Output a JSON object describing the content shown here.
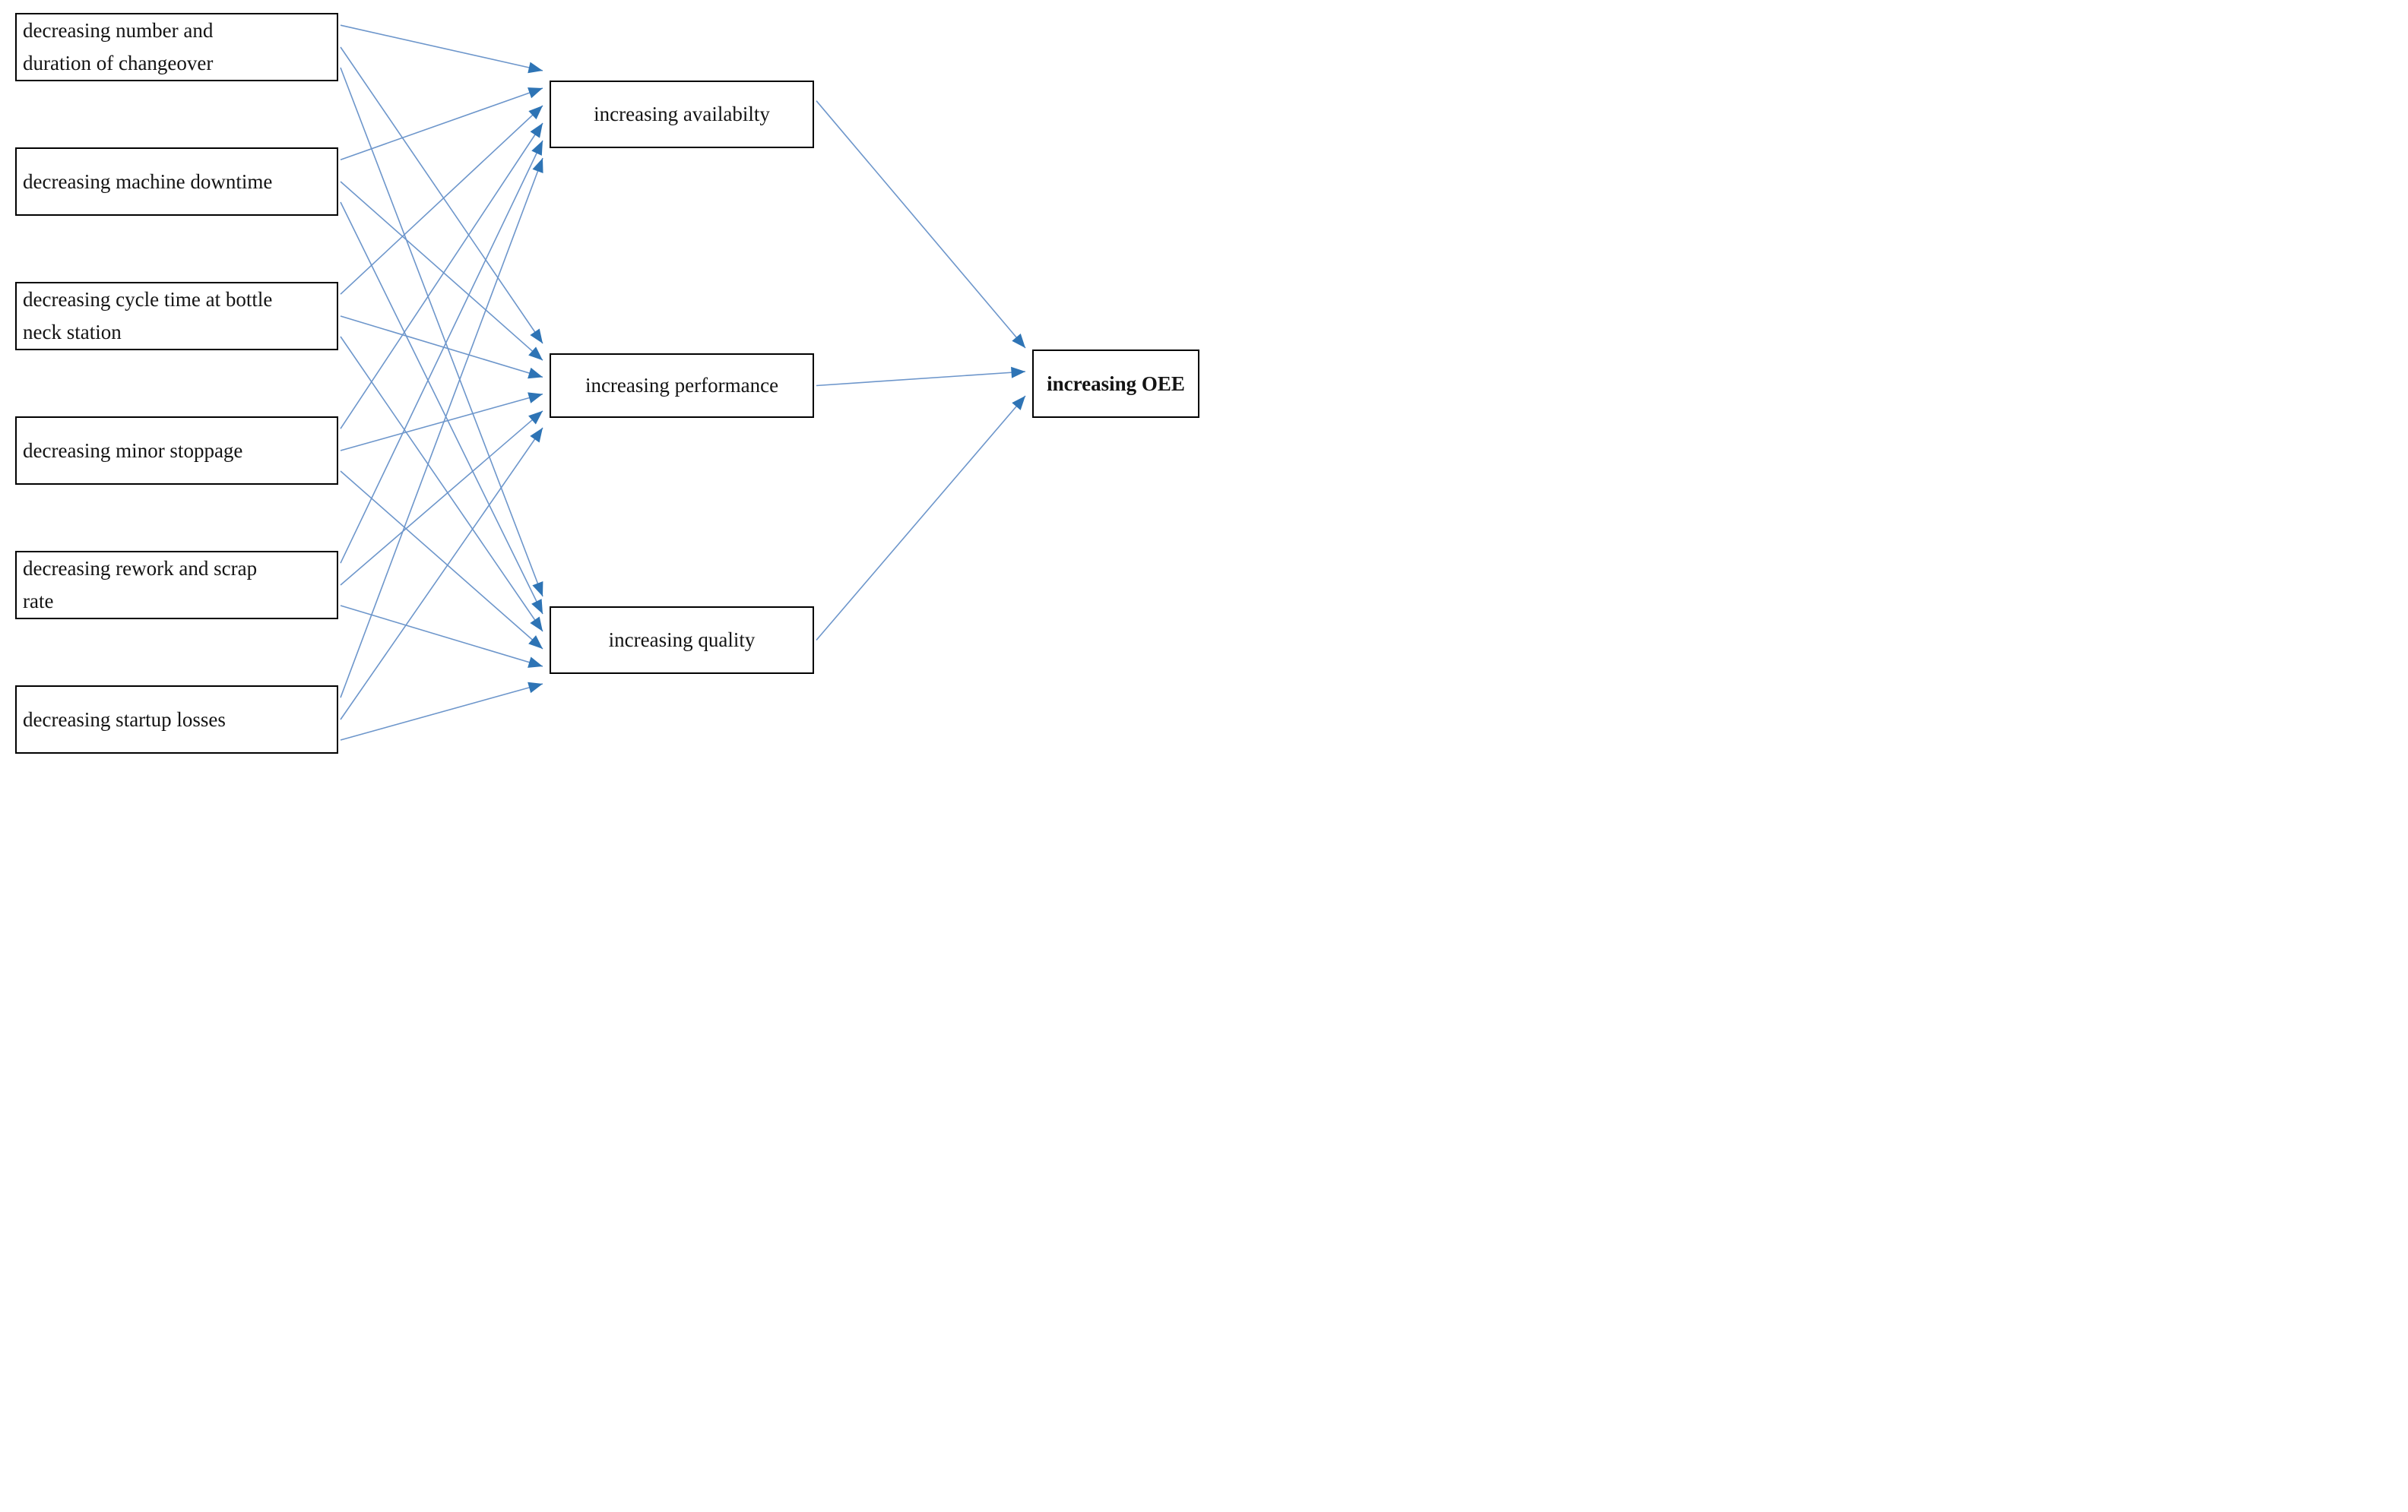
{
  "figure": {
    "left_boxes": [
      {
        "id": "changeover",
        "label": "decreasing number and\nduration of changeover"
      },
      {
        "id": "downtime",
        "label": "decreasing machine downtime"
      },
      {
        "id": "cycletime",
        "label": "decreasing cycle time at bottle\nneck station"
      },
      {
        "id": "stoppage",
        "label": "decreasing minor stoppage"
      },
      {
        "id": "rework",
        "label": "decreasing rework and scrap\nrate"
      },
      {
        "id": "startup",
        "label": "decreasing startup losses"
      }
    ],
    "middle_boxes": [
      {
        "id": "availability",
        "label": "increasing availabilty"
      },
      {
        "id": "performance",
        "label": "increasing performance"
      },
      {
        "id": "quality",
        "label": "increasing quality"
      }
    ],
    "right_box": {
      "id": "oee",
      "label": "increasing OEE"
    },
    "colors": {
      "connector_line": "#6D96CB",
      "arrowhead": "#2E74B5",
      "box_border": "#000000",
      "box_fill": "#ffffff",
      "text": "#141414",
      "background": "#ffffff"
    },
    "edges": [
      {
        "from": "changeover",
        "to": "availability"
      },
      {
        "from": "changeover",
        "to": "performance"
      },
      {
        "from": "changeover",
        "to": "quality"
      },
      {
        "from": "downtime",
        "to": "availability"
      },
      {
        "from": "downtime",
        "to": "performance"
      },
      {
        "from": "downtime",
        "to": "quality"
      },
      {
        "from": "cycletime",
        "to": "availability"
      },
      {
        "from": "cycletime",
        "to": "performance"
      },
      {
        "from": "cycletime",
        "to": "quality"
      },
      {
        "from": "stoppage",
        "to": "availability"
      },
      {
        "from": "stoppage",
        "to": "performance"
      },
      {
        "from": "stoppage",
        "to": "quality"
      },
      {
        "from": "rework",
        "to": "availability"
      },
      {
        "from": "rework",
        "to": "performance"
      },
      {
        "from": "rework",
        "to": "quality"
      },
      {
        "from": "startup",
        "to": "availability"
      },
      {
        "from": "startup",
        "to": "performance"
      },
      {
        "from": "startup",
        "to": "quality"
      },
      {
        "from": "availability",
        "to": "oee"
      },
      {
        "from": "performance",
        "to": "oee"
      },
      {
        "from": "quality",
        "to": "oee"
      }
    ]
  }
}
